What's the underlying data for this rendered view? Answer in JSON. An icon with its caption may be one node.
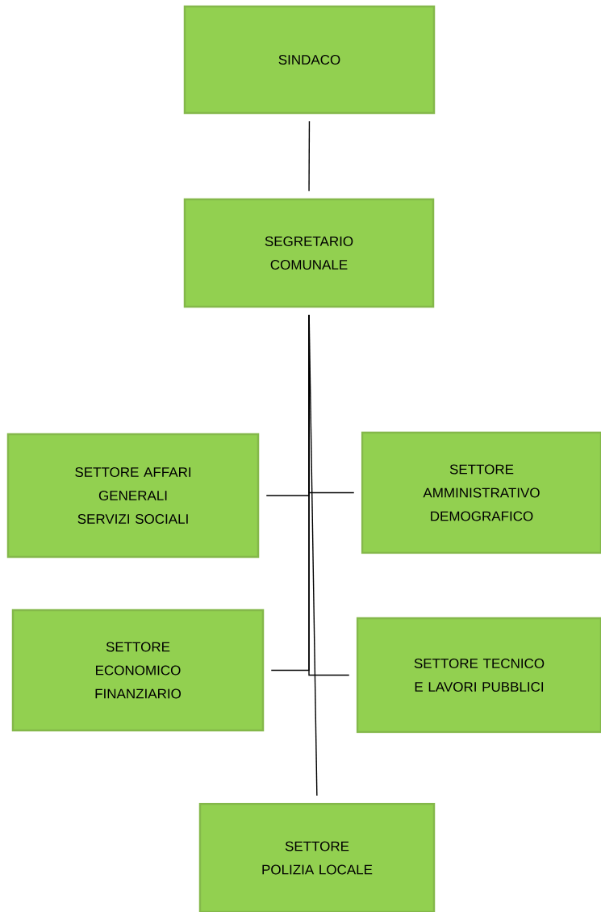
{
  "diagram": {
    "nodes": [
      {
        "text": [
          "SINDACO"
        ]
      },
      {
        "text": [
          "SEGRETARIO COMUNALE"
        ]
      },
      {
        "text": [
          "SETTORE AFFARI GENERALI SERVIZI SOCIALI"
        ]
      },
      {
        "text": [
          "SETTORE AMMINISTRATIVO DEMOGRAFICO"
        ]
      },
      {
        "text": [
          "SETTORE ECONOMICO FINANZIARIO"
        ]
      },
      {
        "text": [
          "SETTORE TECNICO E LAVORI PUBBLICI"
        ]
      },
      {
        "text": [
          "SETTORE POLIZIA LOCALE"
        ]
      }
    ],
    "edges": [
      {
        "from": 0,
        "to": 1,
        "arrow": "none"
      },
      {
        "from": 1,
        "to": 2,
        "arrow": "none"
      },
      {
        "from": 1,
        "to": 3,
        "arrow": "none"
      },
      {
        "from": 1,
        "to": 4,
        "arrow": "none"
      },
      {
        "from": 1,
        "to": 5,
        "arrow": "none"
      },
      {
        "from": 1,
        "to": 6,
        "arrow": "none"
      }
    ]
  }
}
